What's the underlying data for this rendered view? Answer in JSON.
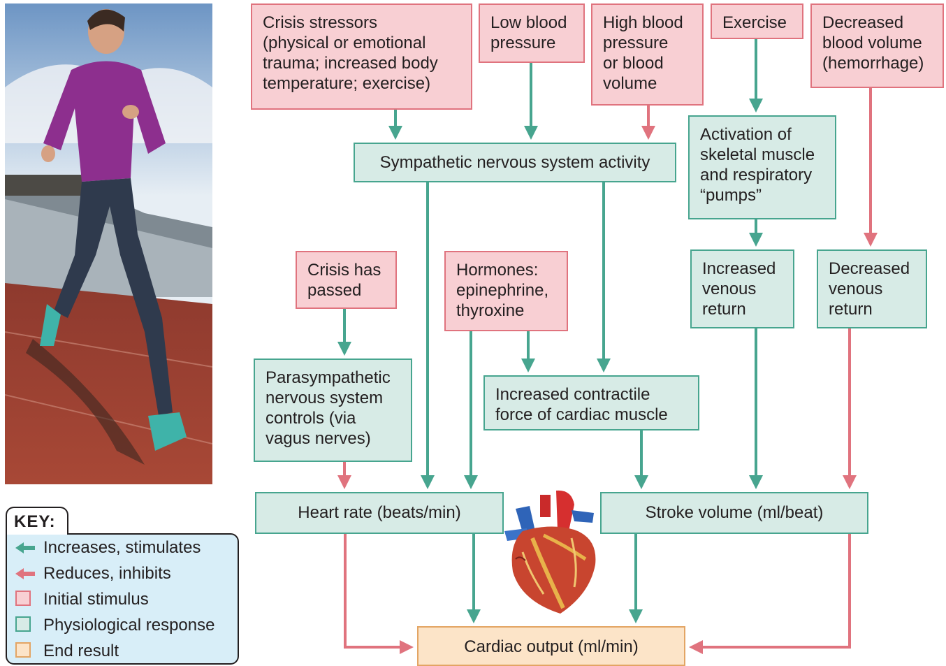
{
  "colors": {
    "stimulus_fill": "#f8cfd3",
    "stimulus_border": "#e0737e",
    "response_fill": "#d7ebe6",
    "response_border": "#47a58f",
    "end_fill": "#fce4c8",
    "end_border": "#e3a564",
    "increase_arrow": "#47a58f",
    "reduce_arrow": "#e0737e",
    "key_panel": "#d8eef8"
  },
  "images": {
    "photo": "woman-running-on-track-photo",
    "heart": "anatomical-heart-illustration"
  },
  "key": {
    "title": "KEY:",
    "items": [
      {
        "label": "Increases, stimulates",
        "symbol": "teal-arrow-icon"
      },
      {
        "label": "Reduces, inhibits",
        "symbol": "pink-arrow-icon"
      },
      {
        "label": "Initial stimulus",
        "symbol": "pink-square-icon"
      },
      {
        "label": "Physiological response",
        "symbol": "teal-square-icon"
      },
      {
        "label": "End result",
        "symbol": "orange-square-icon"
      }
    ]
  },
  "nodes": {
    "crisis_stressors": {
      "lines": [
        "Crisis stressors",
        "(physical or emotional",
        "trauma; increased body",
        "temperature; exercise)"
      ]
    },
    "low_bp": {
      "lines": [
        "Low blood",
        "pressure"
      ]
    },
    "high_bp": {
      "lines": [
        "High blood",
        "pressure",
        "or blood",
        "volume"
      ]
    },
    "exercise": {
      "lines": [
        "Exercise"
      ]
    },
    "decreased_blood_volume": {
      "lines": [
        "Decreased",
        "blood volume",
        "(hemorrhage)"
      ]
    },
    "sympathetic": {
      "lines": [
        "Sympathetic nervous system activity"
      ]
    },
    "activation_pumps": {
      "lines": [
        "Activation of",
        "skeletal muscle",
        "and respiratory",
        "“pumps”"
      ]
    },
    "crisis_passed": {
      "lines": [
        "Crisis has",
        "passed"
      ]
    },
    "hormones": {
      "lines": [
        "Hormones:",
        "epinephrine,",
        "thyroxine"
      ]
    },
    "increased_venous": {
      "lines": [
        "Increased",
        "venous",
        "return"
      ]
    },
    "decreased_venous": {
      "lines": [
        "Decreased",
        "venous",
        "return"
      ]
    },
    "parasympathetic": {
      "lines": [
        "Parasympathetic",
        "nervous system",
        "controls (via",
        "vagus nerves)"
      ]
    },
    "contractile": {
      "lines": [
        "Increased contractile",
        "force of cardiac muscle"
      ]
    },
    "heart_rate": {
      "lines": [
        "Heart rate (beats/min)"
      ]
    },
    "stroke_volume": {
      "lines": [
        "Stroke volume (ml/beat)"
      ]
    },
    "cardiac_output": {
      "lines": [
        "Cardiac output (ml/min)"
      ]
    }
  }
}
